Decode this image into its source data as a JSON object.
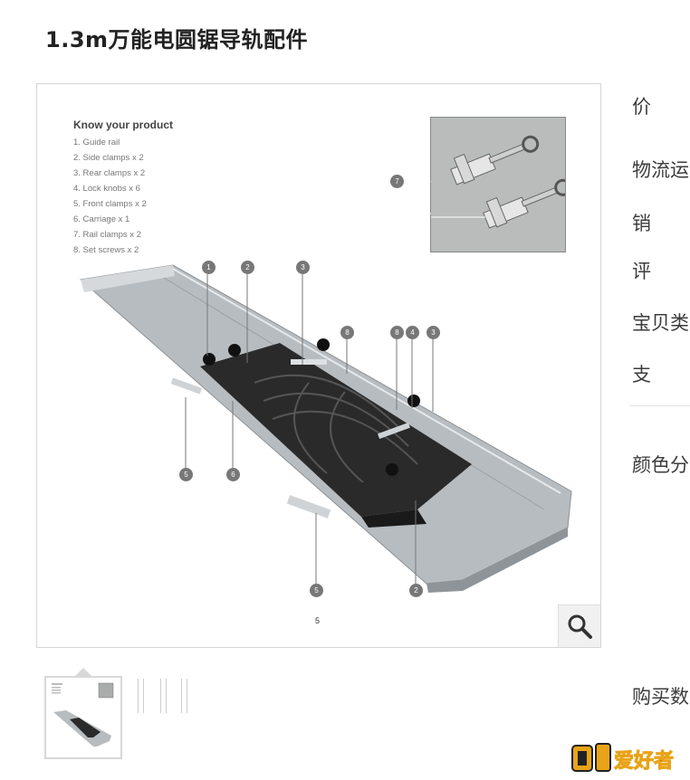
{
  "product": {
    "title": "1.3m万能电圆锯导轨配件"
  },
  "manual": {
    "heading": "Know your product",
    "items": [
      "1. Guide rail",
      "2. Side clamps x 2",
      "3. Rear clamps x 2",
      "4. Lock knobs x 6",
      "5. Front clamps x 2",
      "6. Carriage x 1",
      "7. Rail clamps x 2",
      "8. Set screws x 2"
    ],
    "callouts": [
      "1",
      "2",
      "3",
      "8",
      "8",
      "4",
      "3",
      "5",
      "6",
      "5",
      "2",
      "7"
    ],
    "page_number": "5"
  },
  "attributes": {
    "labels": [
      "价",
      "物流运",
      "销",
      "评",
      "宝贝类",
      "支",
      "颜色分"
    ]
  },
  "purchase": {
    "quantity_label": "购买数"
  },
  "watermark": {
    "text": "爱好者"
  },
  "icons": {
    "zoom": "magnifier-icon"
  },
  "colors": {
    "accent": "#e8a317",
    "watermark_red": "#c0201a",
    "rail": "#b7bcc0",
    "carriage": "#2a2a2a"
  }
}
